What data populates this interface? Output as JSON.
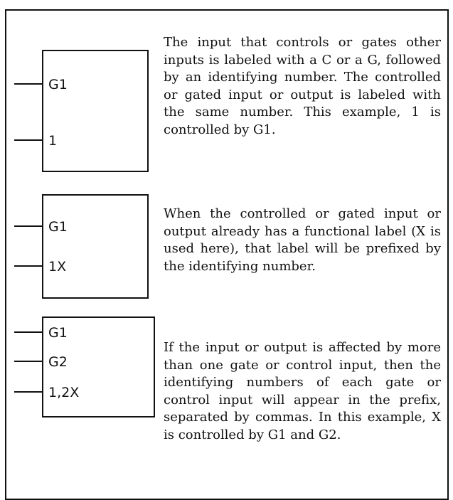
{
  "sections": [
    {
      "pins": [
        "G1",
        "1"
      ],
      "text": "The input that controls or gates other inputs is labeled with a C or a G, followed by an identifying number. The controlled or gated input or output is labeled with the same number. This example, 1 is controlled by G1."
    },
    {
      "pins": [
        "G1",
        "1X"
      ],
      "text": "When the controlled or gated input or output already has a functional label (X is used here), that label will be prefixed by the identifying number."
    },
    {
      "pins": [
        "G1",
        "G2",
        "1,2X"
      ],
      "text": "If the input or output is affected by more than one gate or control input, then the identifying numbers of each gate or control input will appear in the prefix, separated by commas. In this example, X is controlled by G1 and G2."
    }
  ]
}
